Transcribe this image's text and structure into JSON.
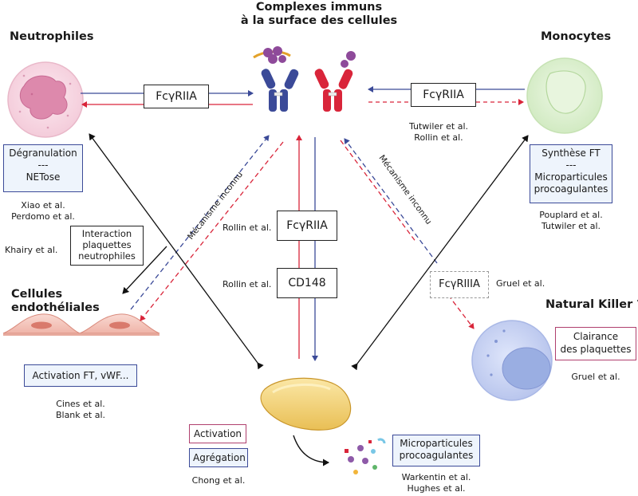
{
  "center_title": [
    "Complexes immuns",
    "à la surface des cellules"
  ],
  "neutrophiles": {
    "title": "Neutrophiles",
    "effects": [
      "Dégranulation",
      "---",
      "NETose"
    ],
    "refs": [
      "Xiao et al.",
      "Perdomo et al."
    ],
    "interaction_ref": "Khairy et al.",
    "interaction_box": [
      "Interaction",
      "plaquettes",
      "neutrophiles"
    ]
  },
  "monocytes": {
    "title": "Monocytes",
    "receptor_refs": [
      "Tutwiler et al.",
      "Rollin et al."
    ],
    "effects": [
      "Synthèse FT",
      "---",
      "Microparticules",
      "procoagulantes"
    ],
    "refs": [
      "Pouplard et al.",
      "Tutwiler et al."
    ]
  },
  "endothelial": {
    "title": [
      "Cellules",
      "endothéliales"
    ],
    "effects": "Activation FT, vWF...",
    "refs": [
      "Cines et al.",
      "Blank et al."
    ]
  },
  "nk": {
    "title": "Natural Killer ?",
    "effects": [
      "Clairance",
      "des plaquettes"
    ],
    "refs": [
      "Gruel et al."
    ],
    "receptor": "FcγRIIIA",
    "receptor_ref": "Gruel et al."
  },
  "receptors": {
    "left": "FcγRIIA",
    "right": "FcγRIIA",
    "center1": "FcγRIIA",
    "center1_ref": "Rollin et al.",
    "center2": "CD148",
    "center2_ref": "Rollin et al."
  },
  "mechanism_label": "Mécanisme inconnu",
  "platelet": {
    "activation": "Activation",
    "aggregation": "Agrégation",
    "refs": [
      "Chong et al."
    ],
    "microparticles": [
      "Microparticules",
      "procoagulantes"
    ],
    "mp_refs": [
      "Warkentin et al.",
      "Hughes et al."
    ]
  },
  "colors": {
    "blue": "#3b4a98",
    "red": "#d9253a",
    "pink": "#b0406e",
    "purple": "#7b3b8c"
  }
}
